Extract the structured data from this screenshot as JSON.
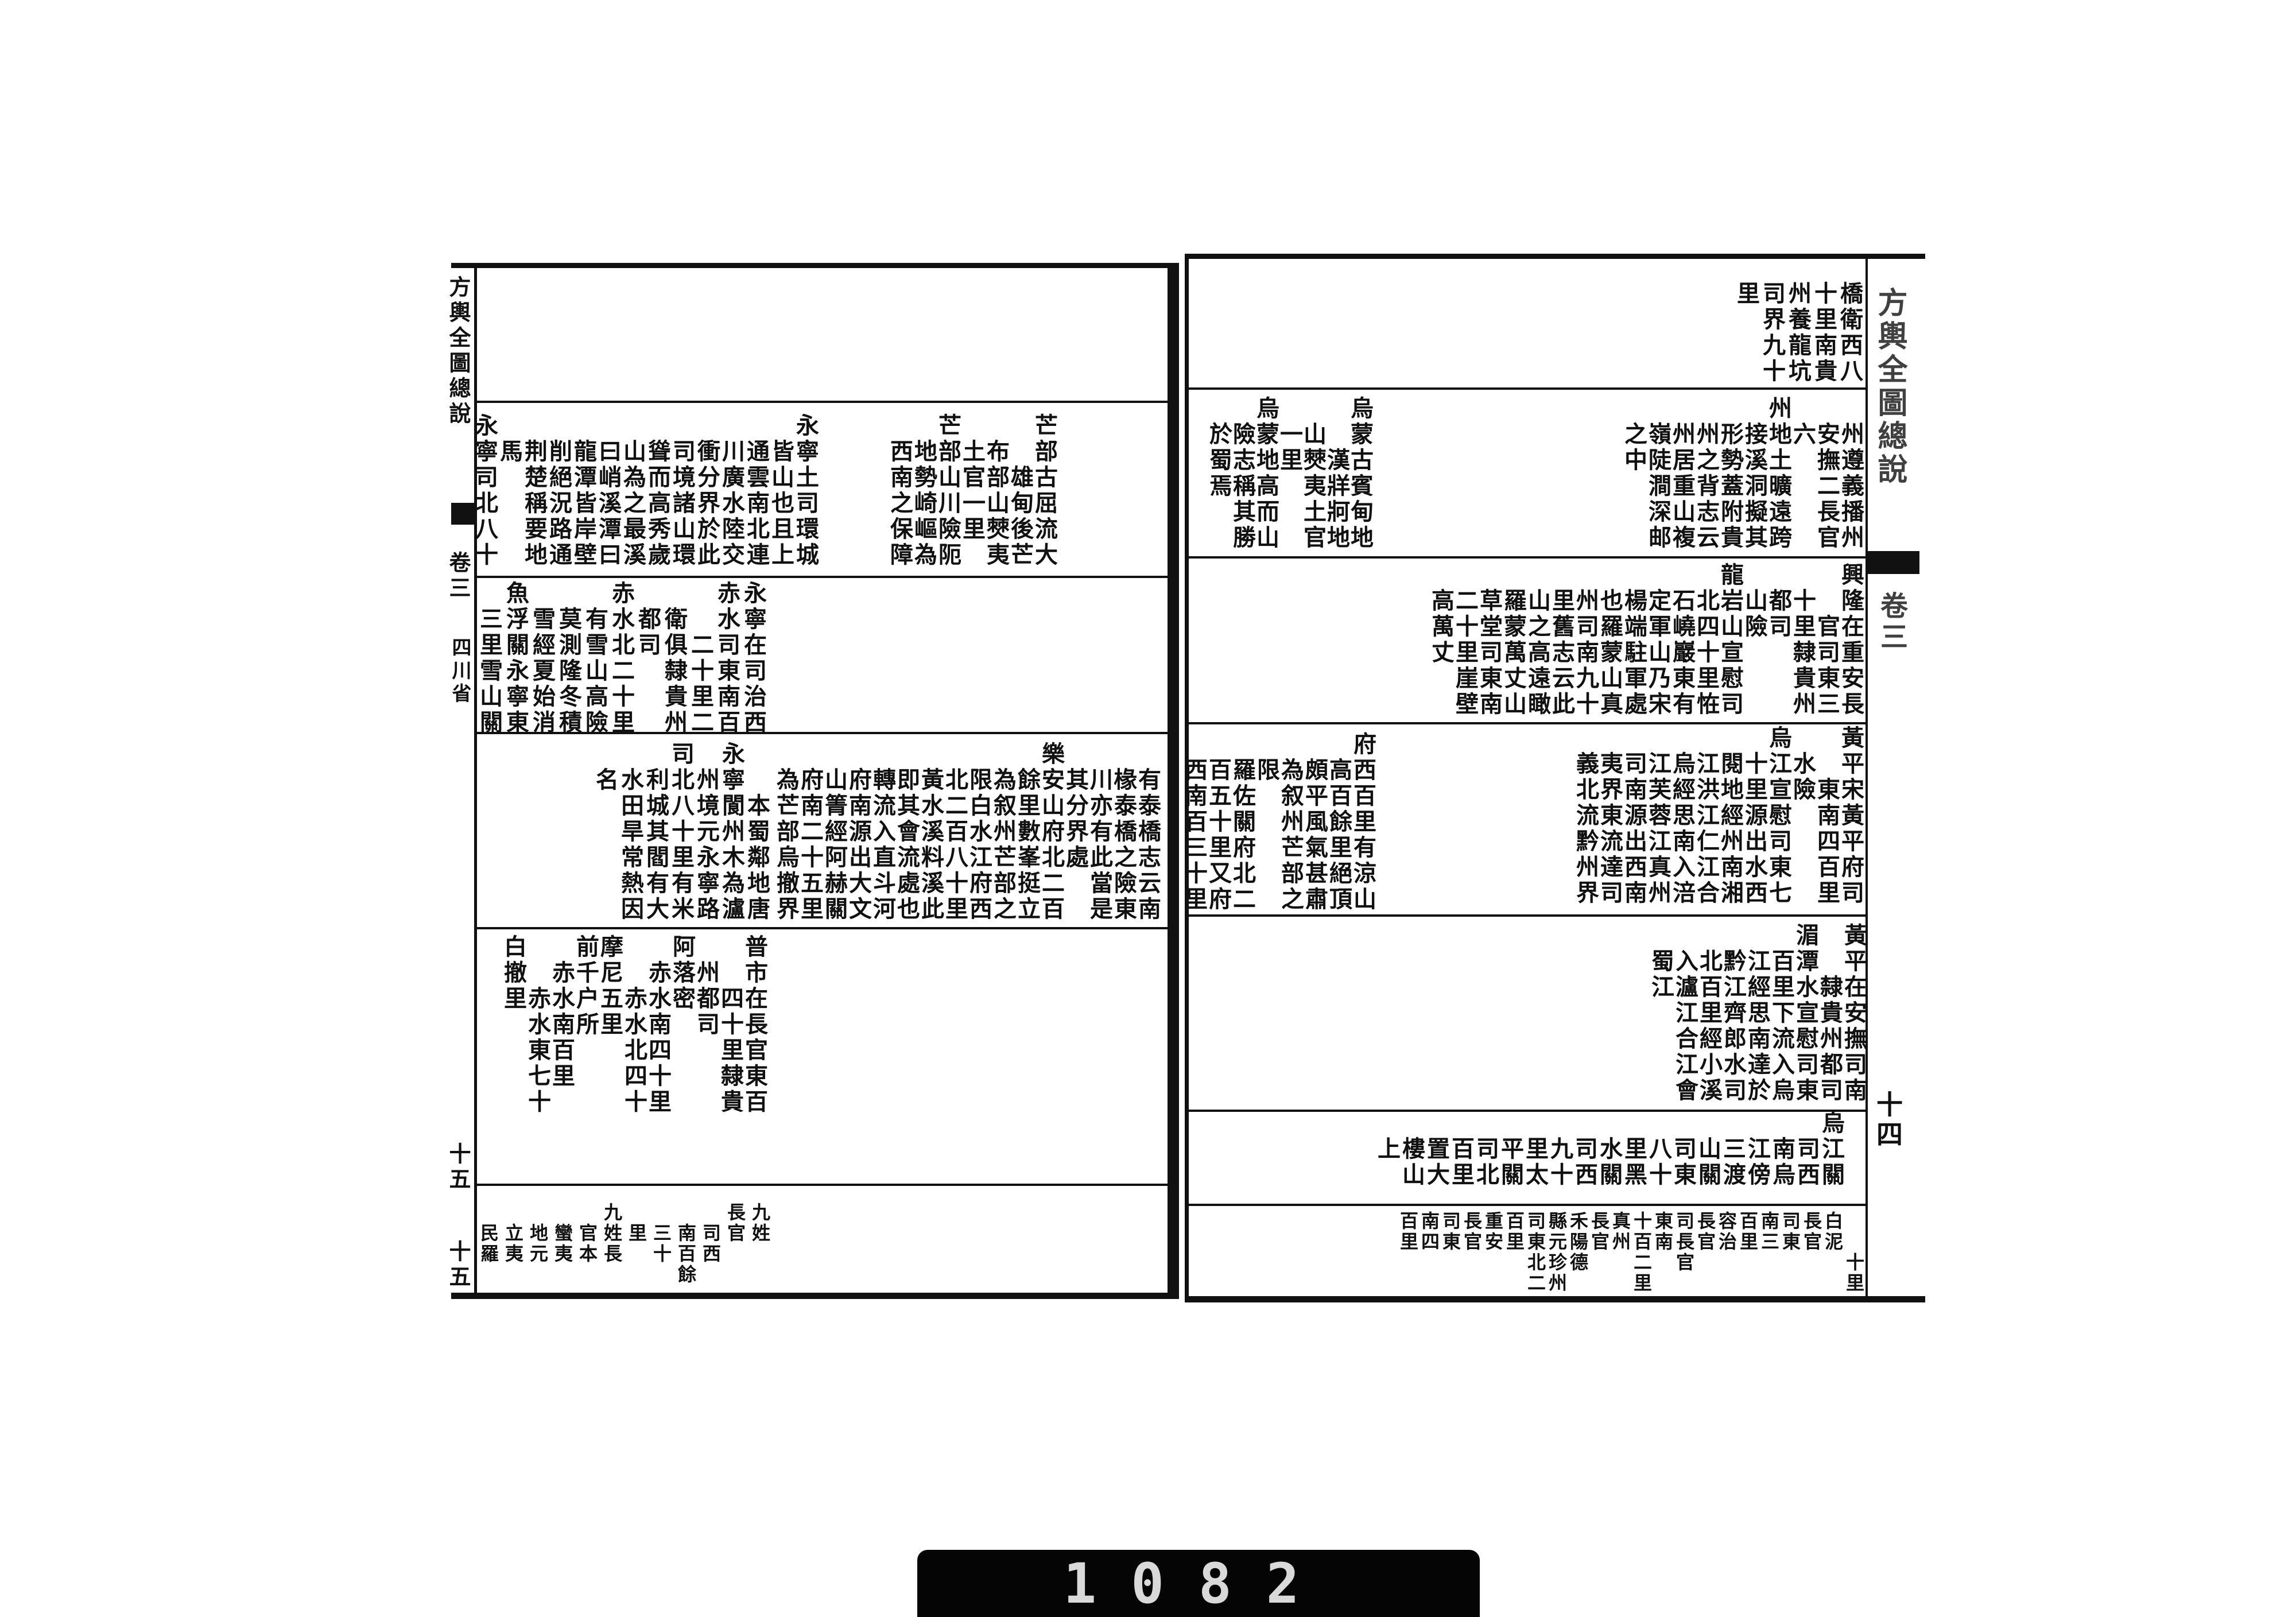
{
  "margins": {
    "left_title": "方輿全圖總說",
    "left_volume": "卷三",
    "left_province": "四川省",
    "left_page_upper": "十五",
    "left_page": "十五",
    "right_title": "方輿全圖總說",
    "right_volume": "卷三",
    "right_page": "十四"
  },
  "left_page": {
    "mangbu": {
      "columns": [
        "芒部古屈流大",
        "　　雄甸後芒",
        "　布部山僰夷",
        "　土官一里",
        "芒部山川險阨",
        "　地勢崎嶇為",
        "　西南之保障"
      ]
    },
    "yongning": {
      "columns": [
        "永寧土司環城",
        "　皆山也且上",
        "　通雲南北連",
        "　川廣水陸交",
        "　衝分界於此",
        "　司境諸山環",
        "　聳而高秀歲",
        "　山為之最溪",
        "　曰峭溪潭曰",
        "　龍潭皆岸壁",
        "　削絕況路通",
        "　荆楚稱要地",
        "　馬",
        "永寧司北八十"
      ]
    },
    "chishui": {
      "columns": [
        "永寧在司治西",
        "赤水司東南百",
        "　　二十里二",
        "　衛俱隸貴州",
        "　都司",
        "赤水北二十里",
        "　有雪山高險",
        "　莫測隆冬積",
        "　雪經夏始消",
        "魚浮關永寧東",
        "　三里雪山關"
      ]
    },
    "le": {
      "columns": [
        "　有泰橋志云南",
        "　椽泰橋之險東",
        "　川亦有此當是",
        "　其分界處",
        "樂安山府北二百",
        "　餘里數峯挺立",
        "　為叙州芒部之",
        "　限白水江府西",
        "　北二百八十里",
        "　黃水溪料溪此",
        "　即其會流處也",
        "　轉流入直斗河",
        "　府南源出大文",
        "　山箐經阿赫關",
        "　府南二十五里",
        "　為芒部烏撤界"
      ]
    },
    "yongningsi": {
      "columns": [
        "　　本蜀鄰地唐",
        "永寧閬州木為瀘",
        "　州境元永寧路",
        "司北八十里有米",
        "　利城其閻有大",
        "　水田旱常熱因",
        "　名"
      ]
    },
    "pushi": {
      "columns": [
        "普市在長官東百",
        "　　四十里隸貴",
        "　州都司",
        "阿落密",
        "　赤水南四十里",
        "　　赤水北四十",
        "摩尼五里",
        "前千户所",
        "　赤水南百里",
        "　　赤水東七十",
        "白撤里"
      ]
    },
    "jiuxing": {
      "columns": [
        "九姓",
        "長官",
        "　司西",
        "　南百餘",
        "　三十",
        "　里",
        "九姓長",
        "　官本",
        "　蠻夷",
        "　地元",
        "　立夷",
        "　民羅"
      ]
    }
  },
  "right_page": {
    "qiaowei": {
      "columns": [
        "橋衛西八",
        "十里南貴",
        "州養龍坑",
        "司界九十",
        "里"
      ]
    },
    "zunyi": {
      "columns": [
        "　州遵義播州",
        "　安撫二長官",
        "　六",
        "州地土曠遠跨",
        "　接溪洞擬其",
        "　形勢蓋附貴",
        "　州之背志云",
        "　州居重山複",
        "　嶺陡澗深邮",
        "　之中"
      ]
    },
    "wumeng": {
      "columns": [
        "烏蒙古賓甸地",
        "　　漢牂牁地",
        "　山僰夷土官",
        "　一里",
        "烏蒙地高而山",
        "　險志稱其勝",
        "　於蜀焉"
      ]
    },
    "xinglong": {
      "columns": [
        "興隆在重安長",
        "　　官司東三",
        "　十里隸貴州",
        "　都司",
        "　山險",
        "龍岩山宣慰司",
        "　北四十里恠",
        "　石嶢巖東有",
        "　定軍山乃宋",
        "　楊端駐軍處",
        "　也羅蒙山真",
        "　州司南九十",
        "　里舊志云此",
        "　山之高遠瞰",
        "　羅蒙萬丈山",
        "　草堂司東南",
        "　二十里崖壁",
        "　高萬丈"
      ]
    },
    "huangping1": {
      "columns": [
        "黃平宋黃平府司",
        "　　東南四百里",
        "　水險",
        "烏江宣慰司東七",
        "　十里源出水西",
        "　閱地經州南湘",
        "　江洪江仁江合",
        "　烏經思南入涪",
        "　江芙蓉江真州",
        "　司南源出西南",
        "　夷界東流達司",
        "　義北流黔州界"
      ]
    },
    "fu": {
      "columns": [
        "府西百里有涼山",
        "　高百餘里絕頂",
        "　頗平風氣甚肅",
        "　為叙州芒部之",
        "　限",
        "　羅佐關府北二",
        "　百五十里又府",
        "　西南百三十里"
      ]
    },
    "huangping2": {
      "columns": [
        "黃平在安撫司南",
        "　　隸貴州都司",
        "湄潭水宣慰司東",
        "　百里下流入烏",
        "　江經思南達於",
        "　黔江齊郎水司",
        "　北百里經小溪",
        "　入瀘江合江會",
        "　蜀江"
      ]
    },
    "wujiangguan": {
      "columns": [
        "烏江關",
        "　司西",
        "　南烏",
        "　江傍",
        "　三渡",
        "　山關",
        "　司東",
        "　八十",
        "　里黑",
        "　水關",
        "　司西",
        "　九十",
        "　里太",
        "　平關",
        "　司北",
        "　百里",
        "　置大",
        "　樓山",
        "　上"
      ]
    },
    "bottom": {
      "columns": [
        "　　十里",
        "白泥",
        "長官",
        "司東",
        "南三",
        "百里",
        "容治",
        "長官",
        "司長官",
        "東南",
        "十百二里",
        "真州",
        "長官",
        "禾陽德",
        "縣元珍州",
        "司東北二",
        "百里",
        "重安",
        "長官",
        "司東",
        "南四",
        "百里"
      ]
    }
  },
  "archive_number": "1082"
}
